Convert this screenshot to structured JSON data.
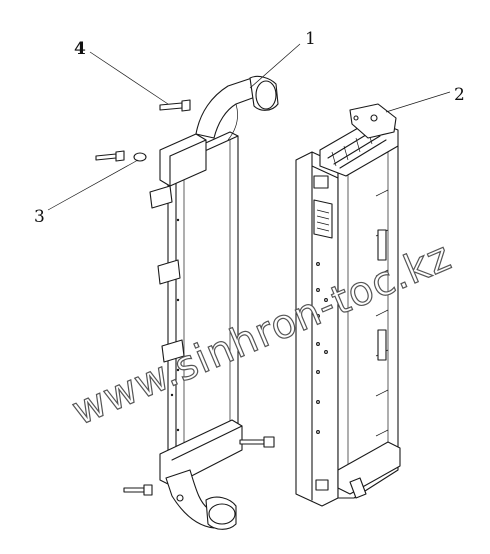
{
  "callouts": {
    "c1": "1",
    "c2": "2",
    "c3": "3",
    "c4": "4"
  },
  "watermark": "www.sinhron-toc.kz",
  "colors": {
    "line": "#1a1a1a",
    "background": "#ffffff",
    "watermark_outline": "#555555"
  }
}
